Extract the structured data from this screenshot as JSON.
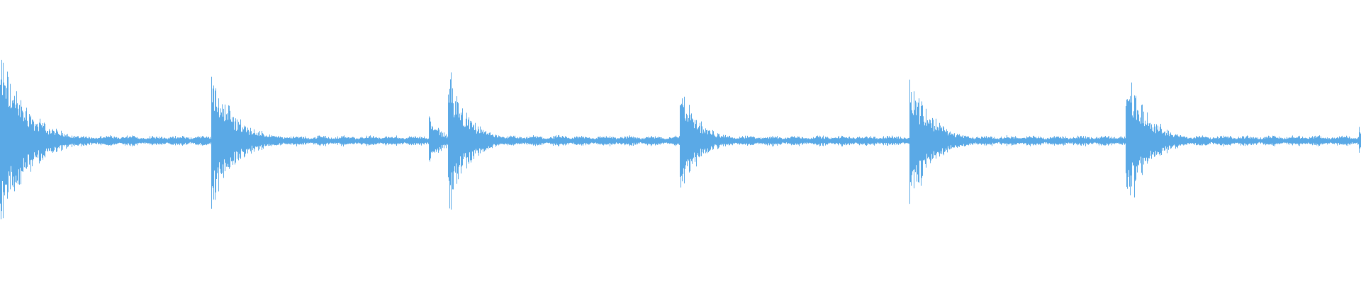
{
  "waveform": {
    "color": "#5aa9e6",
    "background": "#ffffff",
    "transients": [
      {
        "position": 0.0,
        "peak": 0.72,
        "decay": 0.02
      },
      {
        "position": 0.155,
        "peak": 0.56,
        "decay": 0.018
      },
      {
        "position": 0.315,
        "peak": 0.21,
        "decay": 0.01
      },
      {
        "position": 0.329,
        "peak": 0.6,
        "decay": 0.014
      },
      {
        "position": 0.499,
        "peak": 0.46,
        "decay": 0.014
      },
      {
        "position": 0.668,
        "peak": 0.57,
        "decay": 0.016
      },
      {
        "position": 0.827,
        "peak": 0.6,
        "decay": 0.016
      },
      {
        "position": 0.998,
        "peak": 0.12,
        "decay": 0.003
      }
    ],
    "noise_floor": 0.035
  }
}
